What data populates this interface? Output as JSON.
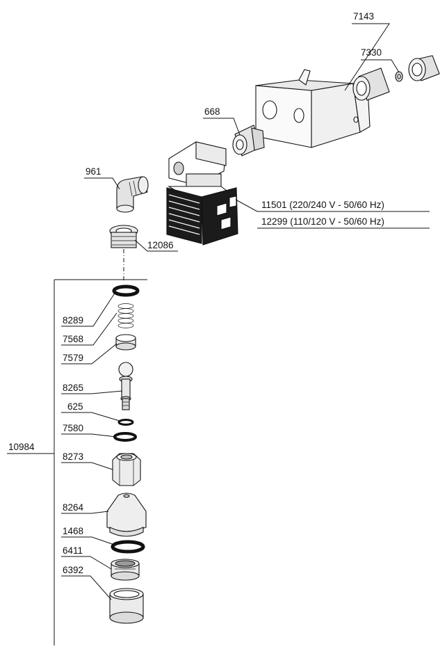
{
  "parts": {
    "p7143": "7143",
    "p7330": "7330",
    "p668": "668",
    "p961": "961",
    "p11501": "11501 (220/240 V - 50/60 Hz)",
    "p12299": "12299 (110/120 V - 50/60 Hz)",
    "p12086": "12086",
    "p8289": "8289",
    "p7568": "7568",
    "p7579": "7579",
    "p8265": "8265",
    "p625": "625",
    "p7580": "7580",
    "p10984": "10984",
    "p8273": "8273",
    "p8264": "8264",
    "p1468": "1468",
    "p6411": "6411",
    "p6392": "6392"
  }
}
